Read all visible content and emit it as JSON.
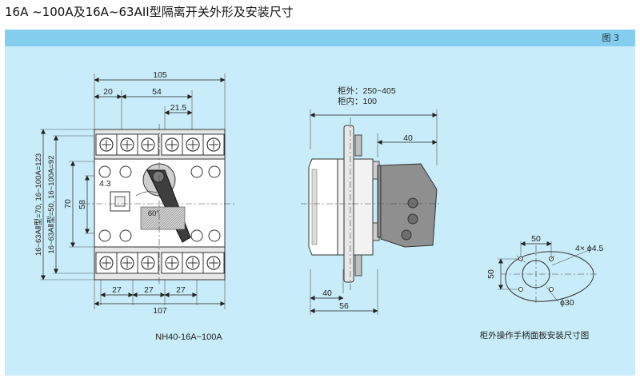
{
  "title": "16A ~100A及16A~63AII型隔离开关外形及安装尺寸",
  "figure_label": "图 3",
  "front": {
    "width_overall": "105",
    "dim_20": "20",
    "dim_54": "54",
    "dim_21_5": "21.5",
    "dim_4_3": "4.3",
    "angle": "60°",
    "dim_70": "70",
    "dim_58": "58",
    "height_label_a": "16~63AⅡ型=70, 16~100A=123",
    "height_label_b": "16~63AⅡ型=50, 16~100A=92",
    "bottom_27_a": "27",
    "bottom_27_b": "27",
    "bottom_27_c": "27",
    "width_107": "107",
    "caption": "NH40-16A~100A"
  },
  "side": {
    "cabinet_outside": "柜外：250~405",
    "cabinet_inside": "柜内：100",
    "dim_40_top": "40",
    "dim_40_bottom": "40",
    "dim_56": "56"
  },
  "panel": {
    "dim_50_h": "50",
    "holes": "4× ϕ4.5",
    "dim_50_v": "50",
    "dim_phi30": "ϕ30",
    "caption": "柜外操作手柄面板安装尺寸图"
  }
}
